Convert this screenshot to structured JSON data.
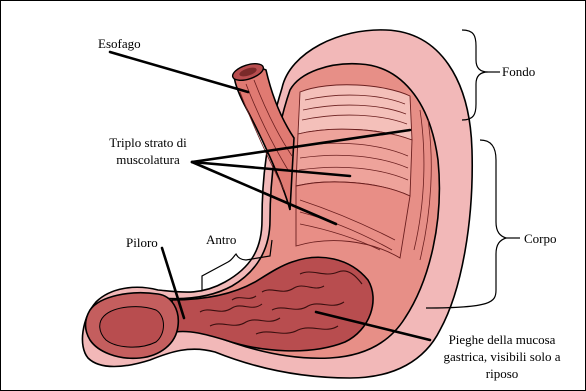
{
  "labels": {
    "esofago": "Esofago",
    "fondo": "Fondo",
    "triplo_line1": "Triplo strato di",
    "triplo_line2": "muscolatura",
    "antro": "Antro",
    "corpo": "Corpo",
    "piloro": "Piloro",
    "pieghe_line1": "Pieghe della mucosa",
    "pieghe_line2": "gastrica, visibili solo a",
    "pieghe_line3": "riposo"
  },
  "colors": {
    "outer_wall": "#f2b8b8",
    "muscle": "#e78f87",
    "muscle_dark": "#d66c65",
    "mucosa": "#b84d4f",
    "esophagus": "#e07a72",
    "border": "#000000"
  }
}
